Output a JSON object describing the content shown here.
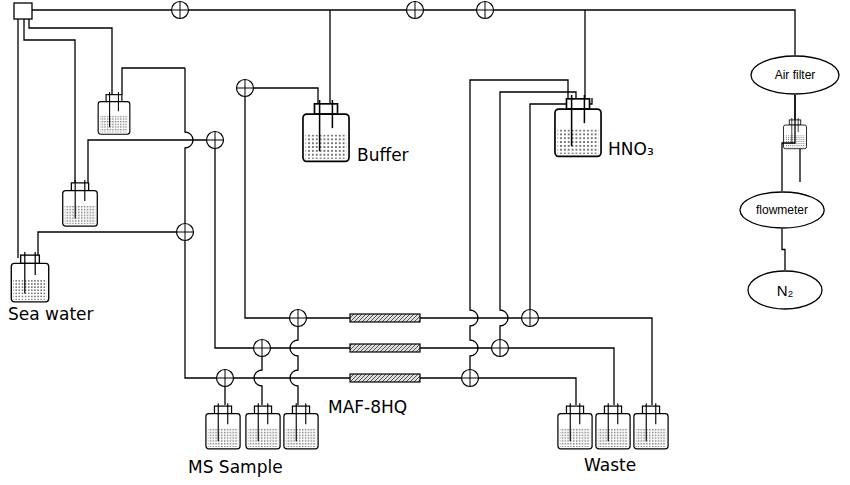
{
  "diagram": {
    "nodes": [
      {
        "text": [
          "Air filter"
        ]
      },
      {
        "text": [
          "flowmeter"
        ]
      },
      {
        "text": [
          "N₂"
        ]
      }
    ],
    "edges": [
      {
        "from": 2,
        "to": 1,
        "arrow": "none"
      },
      {
        "from": 1,
        "to": 0,
        "arrow": "none"
      }
    ],
    "labels": [
      "Buffer",
      "HNO₃",
      "Sea water",
      "MS Sample",
      "MAF-8HQ",
      "Waste"
    ]
  }
}
